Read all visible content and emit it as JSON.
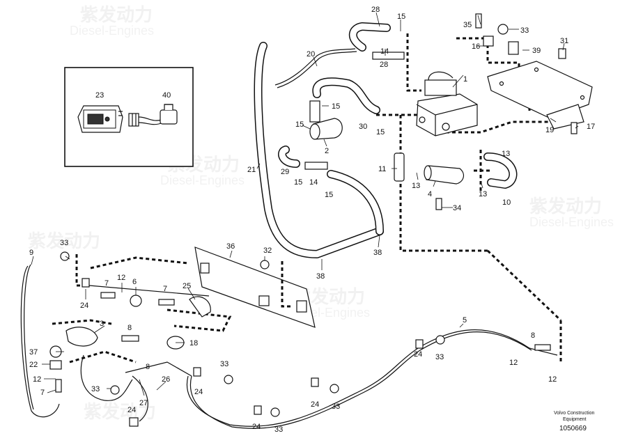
{
  "watermark": {
    "brand_cn": "紫发动力",
    "brand_en": "Diesel-Engines"
  },
  "caption": {
    "line1": "Volvo Construction",
    "line2": "Equipment",
    "figure_number": "1050669"
  },
  "callouts": [
    {
      "id": "c28a",
      "text": "28"
    },
    {
      "id": "c15a",
      "text": "15"
    },
    {
      "id": "c35",
      "text": "35"
    },
    {
      "id": "c33a",
      "text": "33"
    },
    {
      "id": "c31",
      "text": "31"
    },
    {
      "id": "c16",
      "text": "16"
    },
    {
      "id": "c39",
      "text": "39"
    },
    {
      "id": "c20",
      "text": "20"
    },
    {
      "id": "c14a",
      "text": "14"
    },
    {
      "id": "c28b",
      "text": "28"
    },
    {
      "id": "c1",
      "text": "1"
    },
    {
      "id": "c15b",
      "text": "15"
    },
    {
      "id": "c15c",
      "text": "15"
    },
    {
      "id": "c30",
      "text": "30"
    },
    {
      "id": "c15d",
      "text": "15"
    },
    {
      "id": "c19",
      "text": "19"
    },
    {
      "id": "c17",
      "text": "17"
    },
    {
      "id": "c2",
      "text": "2"
    },
    {
      "id": "c21",
      "text": "21"
    },
    {
      "id": "c13a",
      "text": "13"
    },
    {
      "id": "c11",
      "text": "11"
    },
    {
      "id": "c29",
      "text": "29"
    },
    {
      "id": "c15e",
      "text": "15"
    },
    {
      "id": "c14b",
      "text": "14"
    },
    {
      "id": "c15f",
      "text": "15"
    },
    {
      "id": "c13b",
      "text": "13"
    },
    {
      "id": "c4",
      "text": "4"
    },
    {
      "id": "c13c",
      "text": "13"
    },
    {
      "id": "c10",
      "text": "10"
    },
    {
      "id": "c34",
      "text": "34"
    },
    {
      "id": "c23",
      "text": "23"
    },
    {
      "id": "c40",
      "text": "40"
    },
    {
      "id": "c33b",
      "text": "33"
    },
    {
      "id": "c36",
      "text": "36"
    },
    {
      "id": "c32",
      "text": "32"
    },
    {
      "id": "c38a",
      "text": "38"
    },
    {
      "id": "c9",
      "text": "9"
    },
    {
      "id": "c12a",
      "text": "12"
    },
    {
      "id": "c7a",
      "text": "7"
    },
    {
      "id": "c6",
      "text": "6"
    },
    {
      "id": "c7b",
      "text": "7"
    },
    {
      "id": "c25",
      "text": "25"
    },
    {
      "id": "c38b",
      "text": "38"
    },
    {
      "id": "c24a",
      "text": "24"
    },
    {
      "id": "c3",
      "text": "3"
    },
    {
      "id": "c8a",
      "text": "8"
    },
    {
      "id": "c18",
      "text": "18"
    },
    {
      "id": "c5",
      "text": "5"
    },
    {
      "id": "c37",
      "text": "37"
    },
    {
      "id": "c22",
      "text": "22"
    },
    {
      "id": "c12b",
      "text": "12"
    },
    {
      "id": "c7c",
      "text": "7"
    },
    {
      "id": "c8b",
      "text": "8"
    },
    {
      "id": "c26",
      "text": "26"
    },
    {
      "id": "c33c",
      "text": "33"
    },
    {
      "id": "c27",
      "text": "27"
    },
    {
      "id": "c24b",
      "text": "24"
    },
    {
      "id": "c33d",
      "text": "33"
    },
    {
      "id": "c24c",
      "text": "24"
    },
    {
      "id": "c24d",
      "text": "24"
    },
    {
      "id": "c33e",
      "text": "33"
    },
    {
      "id": "c24e",
      "text": "24"
    },
    {
      "id": "c33f",
      "text": "33"
    },
    {
      "id": "c8c",
      "text": "8"
    },
    {
      "id": "c24f",
      "text": "24"
    },
    {
      "id": "c33g",
      "text": "33"
    },
    {
      "id": "c12c",
      "text": "12"
    },
    {
      "id": "c12d",
      "text": "12"
    }
  ]
}
